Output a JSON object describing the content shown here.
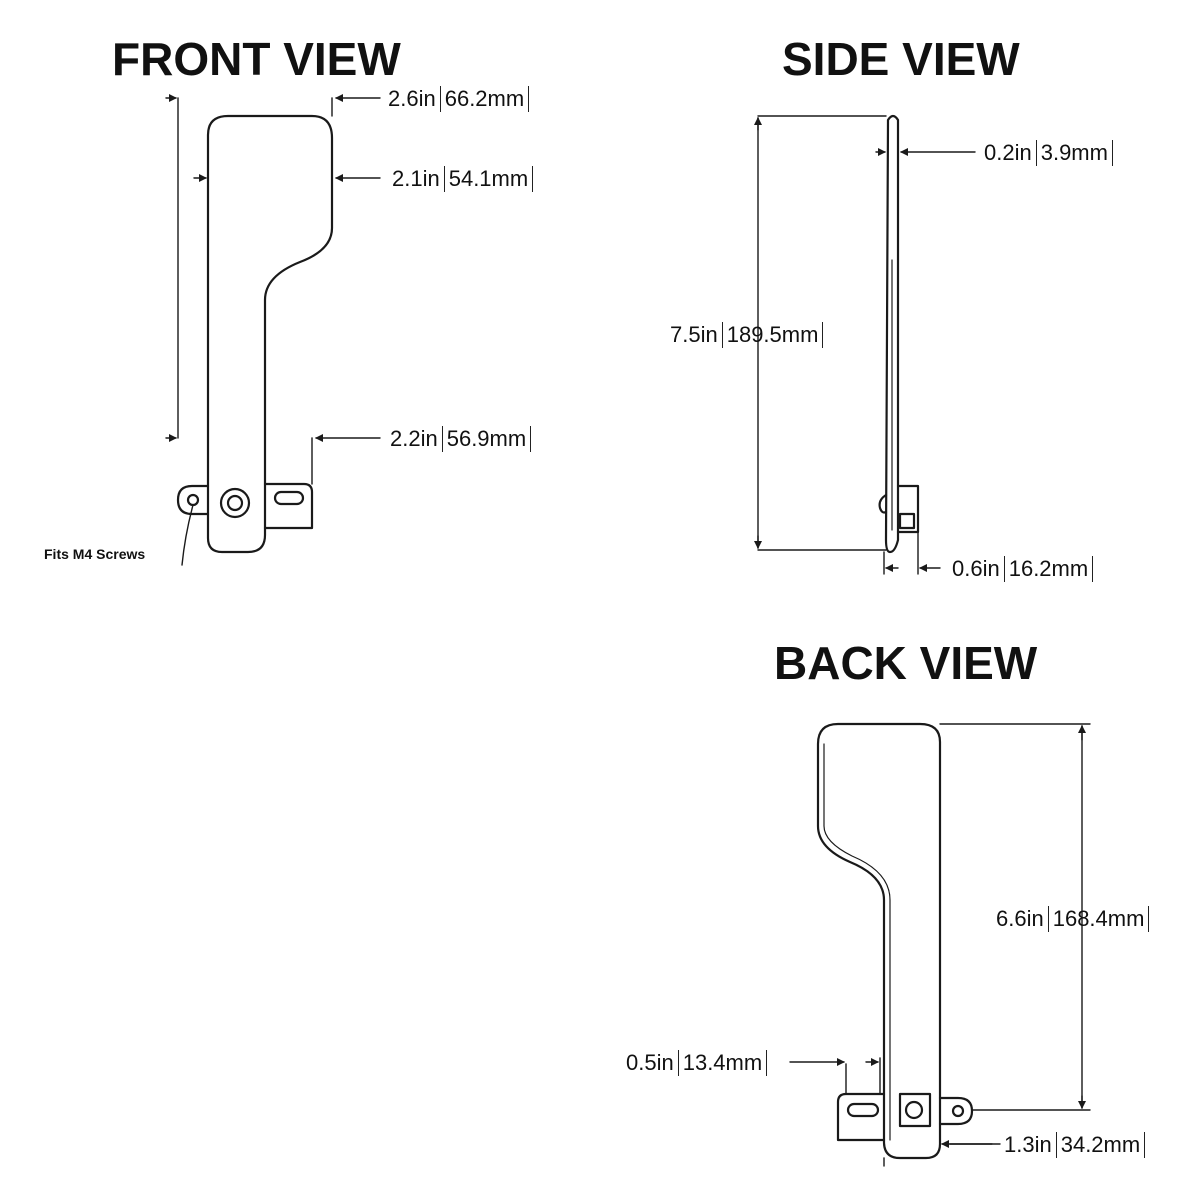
{
  "views": {
    "front": {
      "title": "FRONT VIEW",
      "dims": {
        "top_width": {
          "in": "2.6in",
          "mm": "66.2mm"
        },
        "mid_width": {
          "in": "2.1in",
          "mm": "54.1mm"
        },
        "bottom_width": {
          "in": "2.2in",
          "mm": "56.9mm"
        }
      },
      "note": "Fits M4 Screws"
    },
    "side": {
      "title": "SIDE VIEW",
      "dims": {
        "thickness": {
          "in": "0.2in",
          "mm": "3.9mm"
        },
        "height": {
          "in": "7.5in",
          "mm": "189.5mm"
        },
        "bottom_depth": {
          "in": "0.6in",
          "mm": "16.2mm"
        }
      }
    },
    "back": {
      "title": "BACK VIEW",
      "dims": {
        "height": {
          "in": "6.6in",
          "mm": "168.4mm"
        },
        "slot_width": {
          "in": "0.5in",
          "mm": "13.4mm"
        },
        "tab_width": {
          "in": "1.3in",
          "mm": "34.2mm"
        }
      }
    }
  },
  "colors": {
    "line": "#1a1a1a",
    "background": "#ffffff"
  }
}
